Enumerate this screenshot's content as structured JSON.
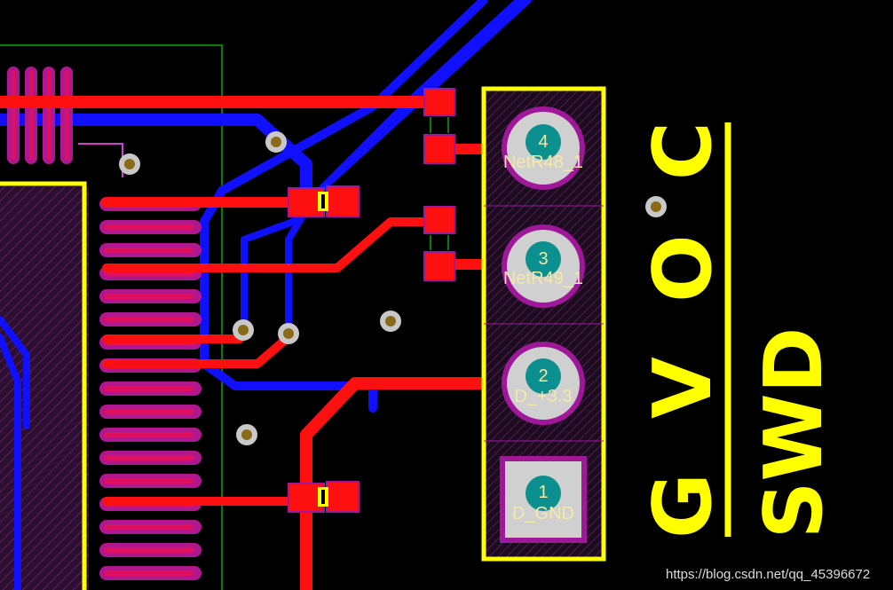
{
  "colors": {
    "background": "#000000",
    "top_copper": "#ff0000",
    "bottom_copper": "#1010ff",
    "pad_magenta": "#a0189a",
    "silkscreen": "#ffff00",
    "board_outline": "#0a7a0a",
    "via": "#c8c8c8",
    "pad_teal": "#0c8f8f"
  },
  "connector": {
    "pins": [
      {
        "number": "4",
        "net": "NetR48_1"
      },
      {
        "number": "3",
        "net": "NetR49_1"
      },
      {
        "number": "2",
        "net": "D_+3.3"
      },
      {
        "number": "1",
        "net": "D_GND"
      }
    ]
  },
  "silkscreen": {
    "pin_labels": "G V O C",
    "header_label": "SWD"
  },
  "watermark": "https://blog.csdn.net/qq_45396672"
}
